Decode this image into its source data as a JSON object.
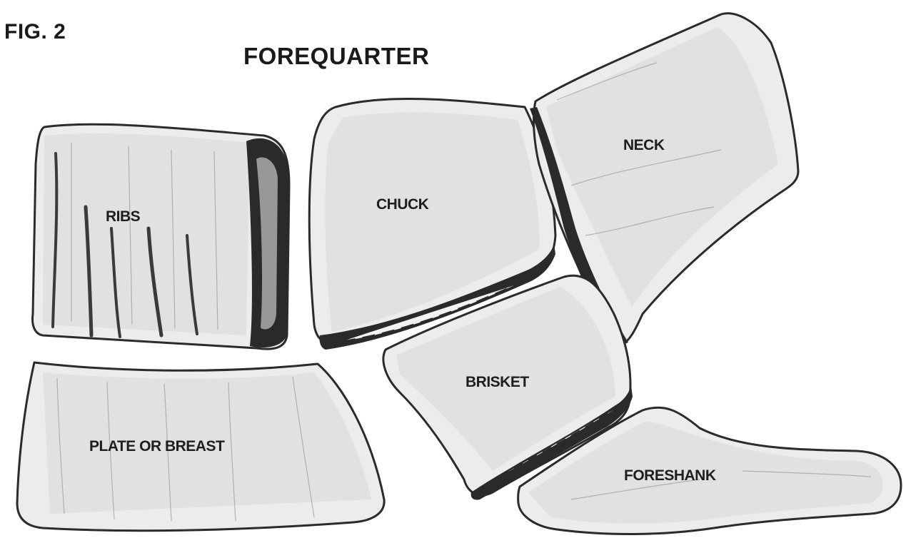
{
  "figure": {
    "number_label": "FIG. 2",
    "title": "FOREQUARTER"
  },
  "cuts": {
    "ribs": "RIBS",
    "chuck": "CHUCK",
    "neck": "NECK",
    "brisket": "BRISKET",
    "plate": "PLATE OR BREAST",
    "foreshank": "FORESHANK"
  },
  "colors": {
    "ink": "#2b2b2b",
    "fill": "#ececec",
    "background": "#ffffff"
  }
}
